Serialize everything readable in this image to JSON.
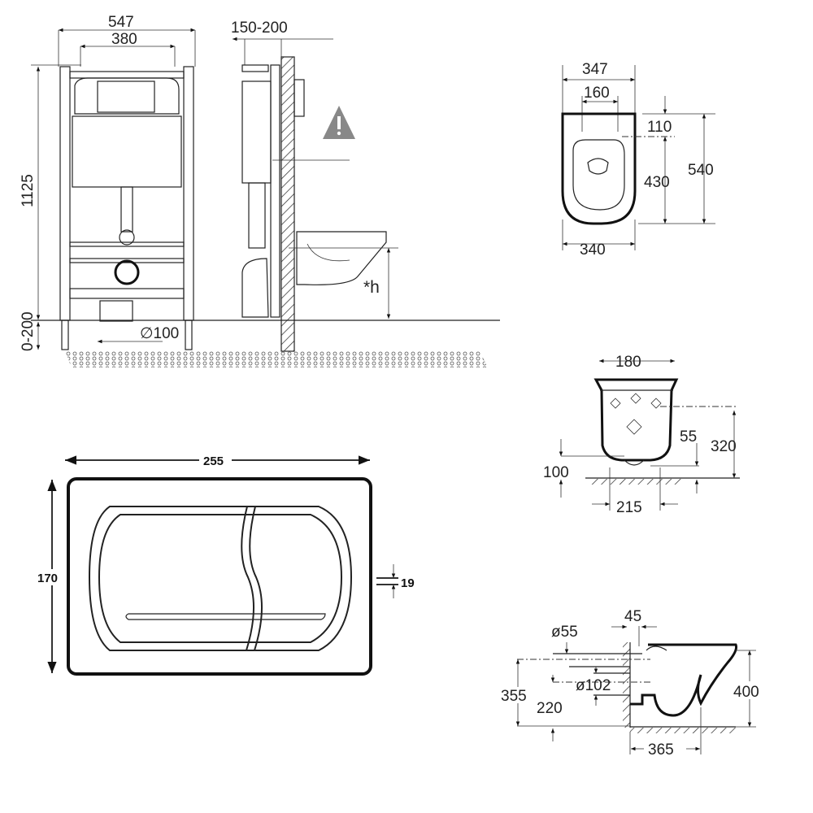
{
  "frame_view": {
    "width_total": "547",
    "width_mount": "380",
    "height": "1125",
    "leg_adjust": "0-200",
    "drain_diameter": "∅100"
  },
  "side_view": {
    "wall_depth": "150-200",
    "bowl_height": "*h",
    "warning_icon": "warning-triangle"
  },
  "top_view": {
    "width_top": "347",
    "fixing_spacing": "160",
    "rear_offset": "110",
    "length": "540",
    "bowl_length": "430",
    "width_bottom": "340"
  },
  "front_view": {
    "fixing_spacing": "180",
    "waste_height": "55",
    "fixing_height": "320",
    "outlet_height": "100",
    "base_width": "215"
  },
  "flush_plate": {
    "width": "255",
    "height": "170",
    "depth": "19"
  },
  "profile_view": {
    "inlet_diameter": "ø55",
    "wall_offset": "45",
    "outlet_diameter": "ø102",
    "inlet_height": "355",
    "outlet_height": "220",
    "bowl_height": "400",
    "projection": "365"
  }
}
